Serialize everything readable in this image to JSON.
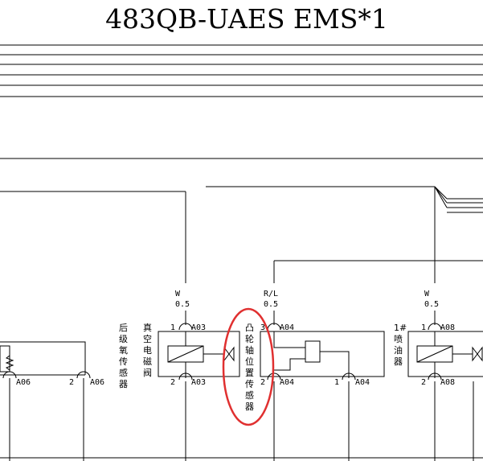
{
  "title": "483QB-UAES EMS*1",
  "wires": {
    "vacuum_valve": {
      "color": "W",
      "gauge": "0.5"
    },
    "camshaft": {
      "color": "R/L",
      "gauge": "0.5"
    },
    "injector1": {
      "color": "W",
      "gauge": "0.5"
    }
  },
  "components": {
    "rear_o2": {
      "name": [
        "后",
        "级",
        "氧",
        "传",
        "感",
        "器"
      ],
      "pin2_num": "2",
      "pin2_code": "A06",
      "pin_left_code": "A06"
    },
    "vacuum_valve": {
      "name": [
        "真",
        "空",
        "电",
        "磁",
        "阀"
      ],
      "pin1_num": "1",
      "pin1_code": "A03",
      "pin2_num": "2",
      "pin2_code": "A03"
    },
    "camshaft": {
      "name": [
        "凸",
        "轮",
        "轴",
        "位",
        "置",
        "传",
        "感",
        "器"
      ],
      "pin3_num": "3",
      "pin3_code": "A04",
      "pin2_num": "2",
      "pin2_code": "A04",
      "pin1_num": "1",
      "pin1_code": "A04"
    },
    "injector1": {
      "name": [
        "1#",
        "喷",
        "油",
        "器"
      ],
      "pin1_num": "1",
      "pin1_code": "A08",
      "pin2_num": "2",
      "pin2_code": "A08"
    }
  },
  "highlight_color": "#e03030"
}
